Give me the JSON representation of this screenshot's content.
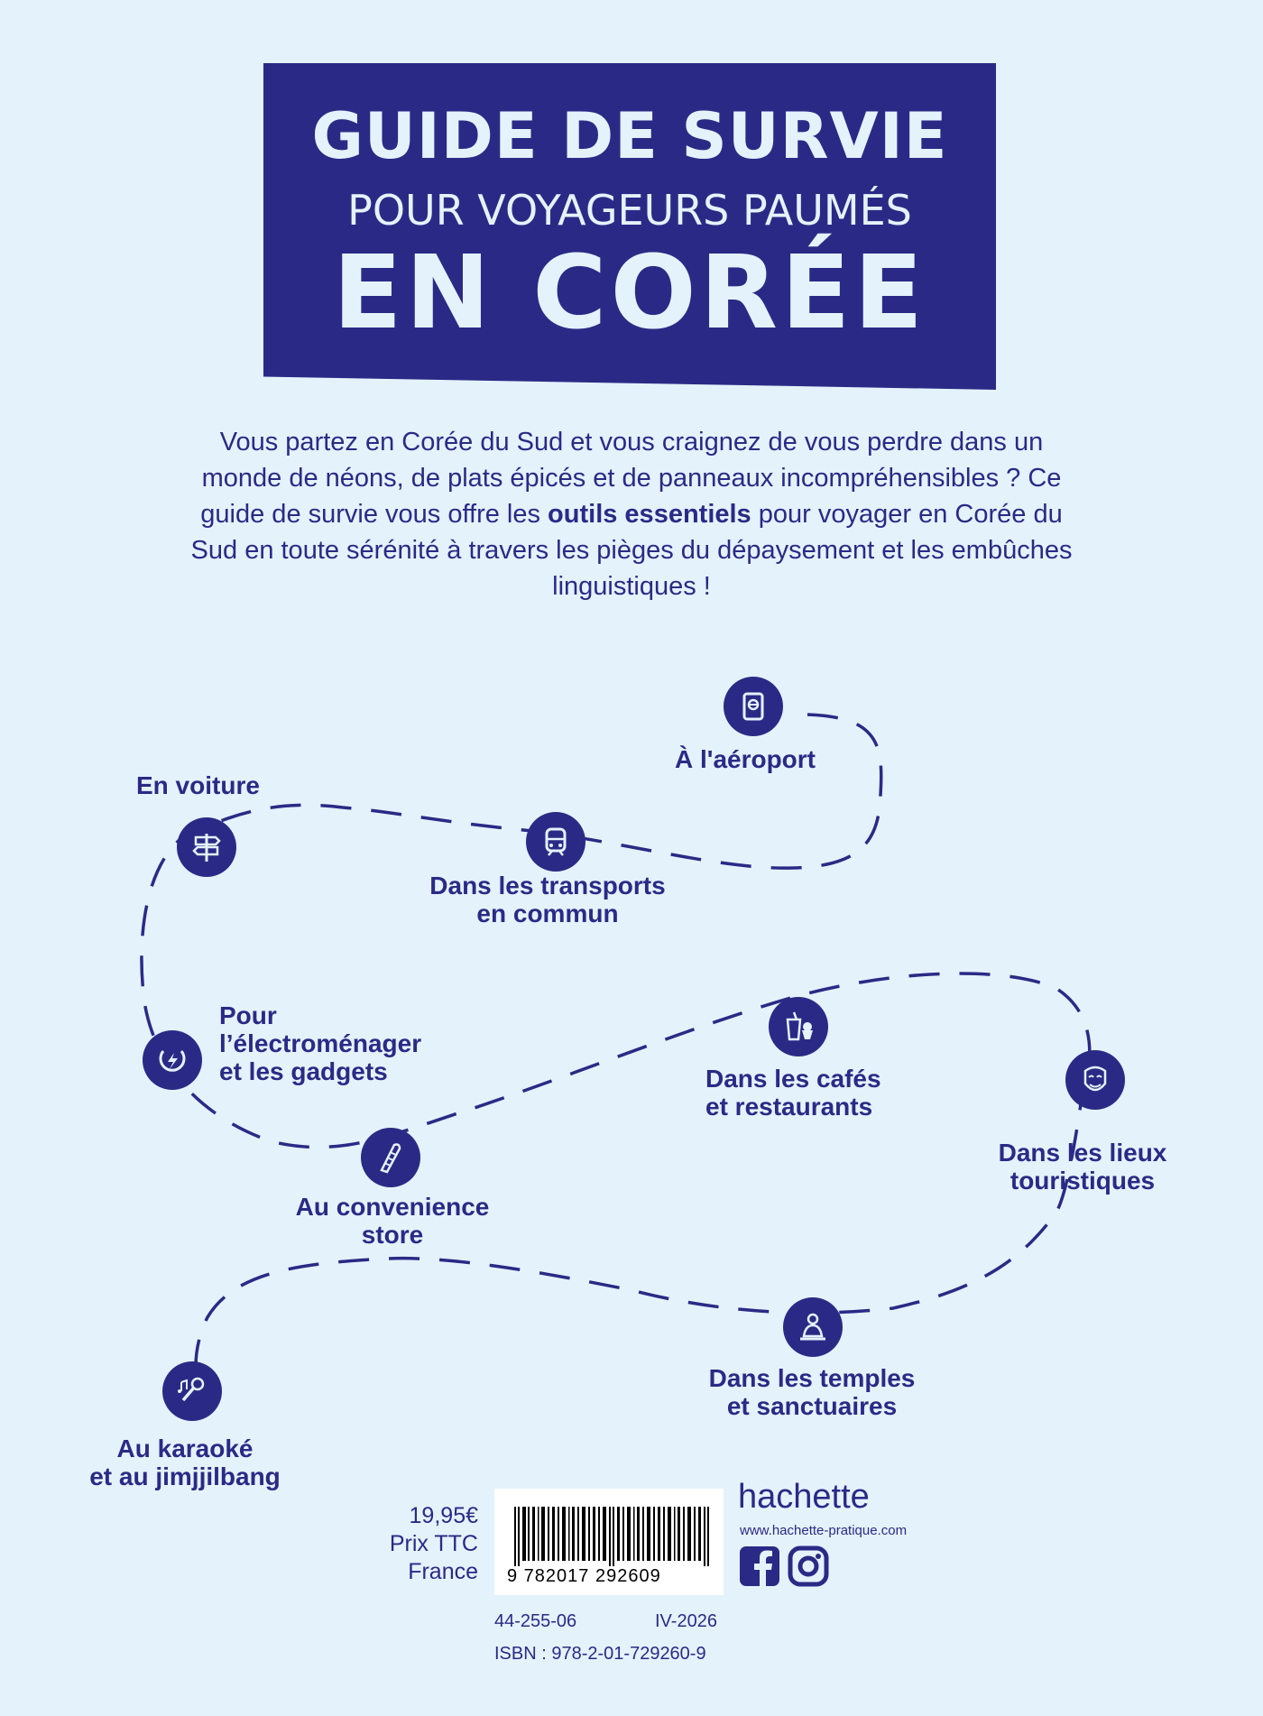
{
  "title": {
    "line1": "GUIDE DE SURVIE",
    "line2": "POUR VOYAGEURS PAUMÉS",
    "line3": "EN CORÉE"
  },
  "blurb": {
    "part1": "Vous partez en Corée du Sud et vous craignez de vous perdre dans un monde de néons, de plats épicés et de panneaux incompréhensibles ? Ce guide de survie vous offre les ",
    "bold": "outils essentiels",
    "part2": " pour voyager en Corée du Sud en toute sérénité à travers les pièges du dépaysement et les embûches linguistiques !"
  },
  "stations": [
    {
      "icon": "passport-icon",
      "line1": "À l'aéroport",
      "line2": ""
    },
    {
      "icon": "train-icon",
      "line1": "Dans les transports",
      "line2": "en commun"
    },
    {
      "icon": "signpost-icon",
      "line1": "En voiture",
      "line2": ""
    },
    {
      "icon": "plug-icon",
      "line1": "Pour",
      "line2": "l’électroménager",
      "line3": "et les gadgets"
    },
    {
      "icon": "cafe-icon",
      "line1": "Dans les cafés",
      "line2": "et restaurants"
    },
    {
      "icon": "mask-icon",
      "line1": "Dans les lieux",
      "line2": "touristiques"
    },
    {
      "icon": "bread-icon",
      "line1": "Au convenience",
      "line2": "store"
    },
    {
      "icon": "buddha-icon",
      "line1": "Dans les temples",
      "line2": "et sanctuaires"
    },
    {
      "icon": "microphone-icon",
      "line1": "Au karaoké",
      "line2": "et au jimjjilbang"
    }
  ],
  "price": {
    "amount": "19,95€",
    "line2": "Prix TTC",
    "line3": "France"
  },
  "barcode": {
    "digits": "9 782017 292609"
  },
  "publisher": {
    "name": "hachette",
    "website": "www.hachette-pratique.com"
  },
  "codes": {
    "left": "44-255-06",
    "right": "IV-2026",
    "isbn": "ISBN : 978-2-01-729260-9"
  },
  "colors": {
    "navy": "#2a2a86",
    "background": "#e4f2fb"
  }
}
